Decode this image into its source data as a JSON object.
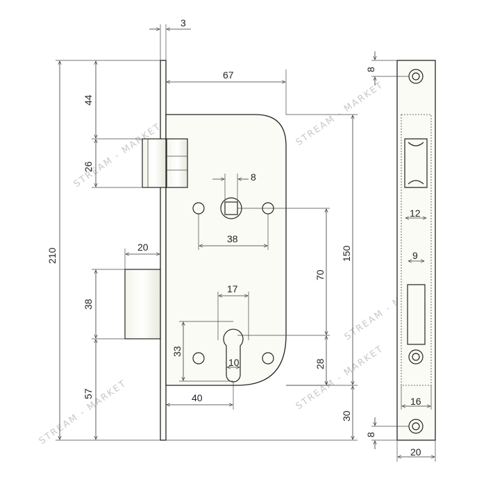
{
  "dimensions": {
    "faceplate_thickness": "3",
    "backset_67": "67",
    "top_44": "44",
    "latch_26": "26",
    "spindle_8": "8",
    "holes_38": "38",
    "total_210": "210",
    "bolt_throw_20": "20",
    "bolt_38": "38",
    "cyl_17": "17",
    "c2c_70": "70",
    "body_150": "150",
    "cyl_33": "33",
    "cyl_10": "10",
    "bottom_57": "57",
    "backset_40": "40",
    "offset_28": "28",
    "bottom_30": "30",
    "plate_screw_top_8": "8",
    "latch_width_12": "12",
    "bolt_width_9": "9",
    "body_width_16": "16",
    "plate_screw_bottom_8": "8",
    "plate_width_20": "20"
  },
  "watermark": "STREAM - MARKET"
}
